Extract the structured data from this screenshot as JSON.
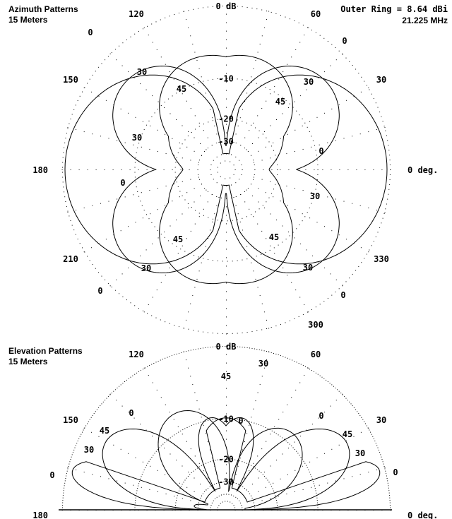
{
  "header": {
    "outer_ring": "Outer Ring = 8.64 dBi",
    "frequency": "21.225 MHz"
  },
  "chart_data": [
    {
      "type": "polar",
      "title": "Azimuth Patterns",
      "subtitle": "15 Meters",
      "outer_ring_dbi": 8.64,
      "frequency_mhz": 21.225,
      "ring_labels": [
        "0 dB",
        "-10",
        "-20",
        "-30"
      ],
      "ring_db": [
        0,
        -10,
        -20,
        -30,
        -40,
        -50
      ],
      "angle_labels": [
        {
          "deg": 0,
          "label": "0 deg."
        },
        {
          "deg": 30,
          "label": "30"
        },
        {
          "deg": 60,
          "label": "60"
        },
        {
          "deg": 120,
          "label": "120"
        },
        {
          "deg": 150,
          "label": "150"
        },
        {
          "deg": 180,
          "label": "180"
        },
        {
          "deg": 210,
          "label": "210"
        },
        {
          "deg": 300,
          "label": "300"
        },
        {
          "deg": 330,
          "label": "330"
        }
      ],
      "series": [
        {
          "name": "0",
          "note": "elevation angle 0 deg; lobes toward 0 and 180 deg",
          "peak_db": -0.3
        },
        {
          "name": "30",
          "note": "elevation angle 30 deg; four lobes near 60/120/240/300 deg",
          "peak_db": -2.5
        },
        {
          "name": "45",
          "note": "elevation angle 45 deg; four lobes near 60/120/240/300 deg",
          "peak_db": -4.5
        }
      ],
      "series_labels": [
        {
          "text": "0",
          "deg": 127
        },
        {
          "text": "0",
          "deg": 55
        },
        {
          "text": "0",
          "deg": 12
        },
        {
          "text": "0",
          "deg": 186
        },
        {
          "text": "0",
          "deg": 233
        },
        {
          "text": "0",
          "deg": 305
        },
        {
          "text": "30",
          "deg": 112
        },
        {
          "text": "30",
          "deg": 62
        },
        {
          "text": "30",
          "deg": 158
        },
        {
          "text": "30",
          "deg": 345
        },
        {
          "text": "30",
          "deg": 222
        },
        {
          "text": "30",
          "deg": 307
        },
        {
          "text": "45",
          "deg": 108
        },
        {
          "text": "45",
          "deg": 50
        },
        {
          "text": "45",
          "deg": 235
        },
        {
          "text": "45",
          "deg": 298
        }
      ]
    },
    {
      "type": "polar",
      "title": "Elevation Patterns",
      "subtitle": "15 Meters",
      "ring_labels": [
        "0 dB",
        "-10",
        "-20",
        "-30"
      ],
      "ring_db": [
        0,
        -10,
        -20,
        -30,
        -40,
        -50
      ],
      "angle_labels": [
        {
          "deg": 0,
          "label": "0 deg."
        },
        {
          "deg": 30,
          "label": "30"
        },
        {
          "deg": 60,
          "label": "60"
        },
        {
          "deg": 120,
          "label": "120"
        },
        {
          "deg": 150,
          "label": "150"
        },
        {
          "deg": 180,
          "label": "180"
        }
      ],
      "series": [
        {
          "name": "0",
          "note": "azimuth 0 deg; low-angle lobe ~12 deg plus -10 dB vertical lobe"
        },
        {
          "name": "30",
          "note": "azimuth 30 deg"
        },
        {
          "name": "45",
          "note": "azimuth 45 deg; high vertical lobe"
        }
      ],
      "series_labels": [
        {
          "text": "0",
          "deg": 5
        },
        {
          "text": "30",
          "deg": 22
        },
        {
          "text": "45",
          "deg": 31
        },
        {
          "text": "0",
          "deg": 40
        },
        {
          "text": "30",
          "deg": 72
        },
        {
          "text": "45",
          "deg": 86
        },
        {
          "text": "0",
          "deg": 88
        },
        {
          "text": "0",
          "deg": 175
        },
        {
          "text": "30",
          "deg": 158
        },
        {
          "text": "45",
          "deg": 150
        },
        {
          "text": "0",
          "deg": 141
        }
      ]
    }
  ]
}
